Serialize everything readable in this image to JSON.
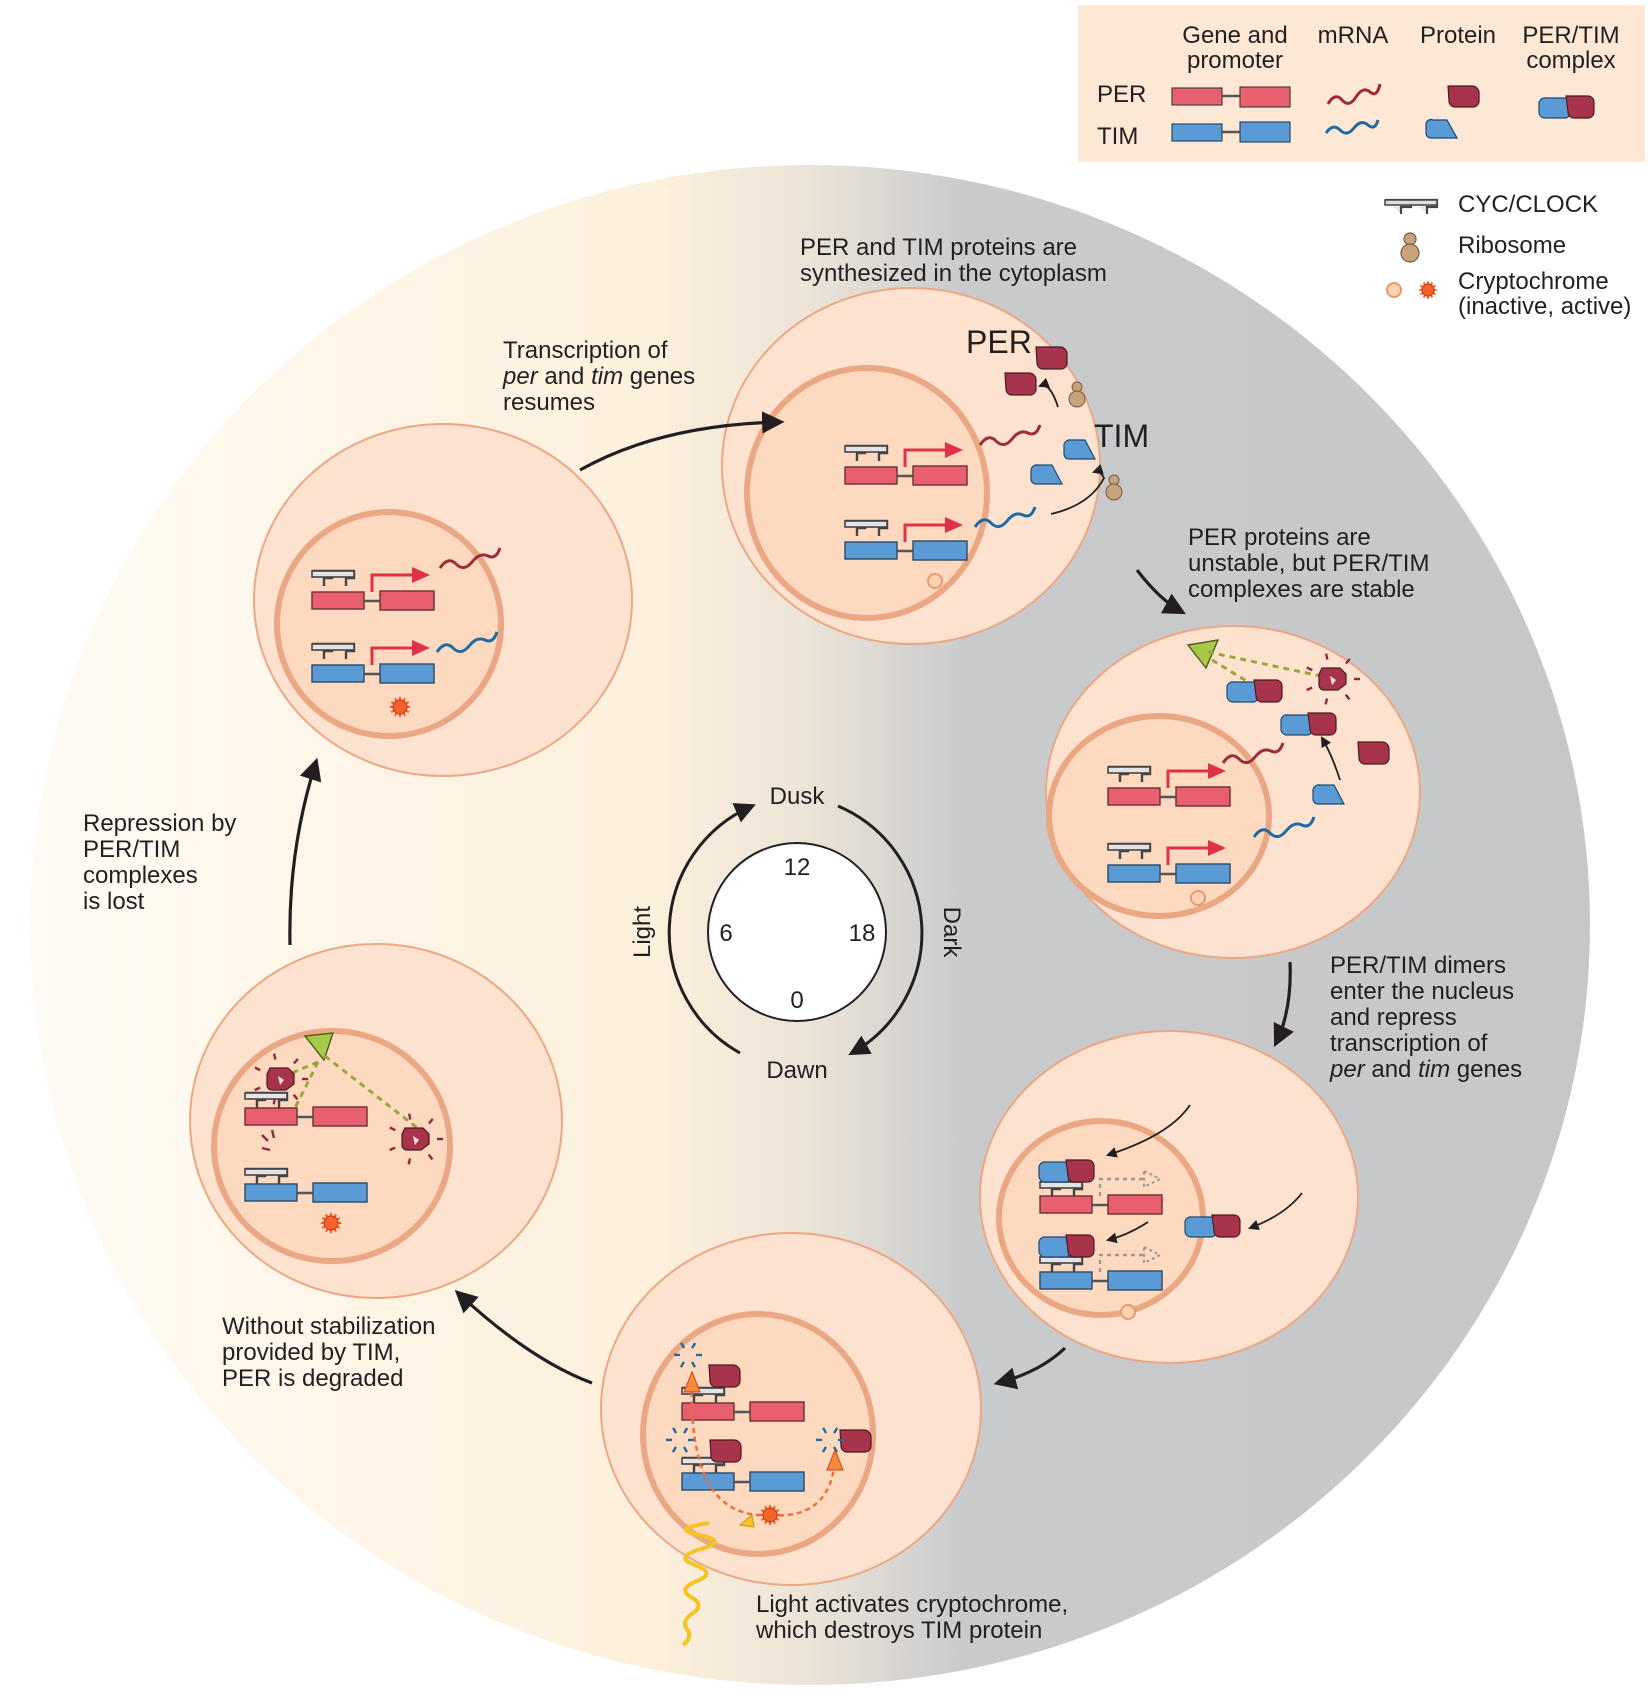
{
  "legend": {
    "col_gene": [
      "Gene and",
      "promoter"
    ],
    "col_mrna": "mRNA",
    "col_protein": "Protein",
    "col_complex": [
      "PER/TIM",
      "complex"
    ],
    "row_per": "PER",
    "row_tim": "TIM",
    "cyc_clock": "CYC/CLOCK",
    "ribosome": "Ribosome",
    "cryptochrome": [
      "Cryptochrome",
      "(inactive, active)"
    ]
  },
  "colors": {
    "per": "#e8606f",
    "tim": "#5b9bd5",
    "per_protein": "#a8344c",
    "mrna_per": "#9b2c38",
    "mrna_tim": "#1f6aa0",
    "cell": "#fde3cf",
    "nucleus_ring": "#eba783",
    "dark_side": "#c9cacc",
    "light_side": "#fdf3e2",
    "cryptochrome": "#f4622b",
    "dashed_green": "#9aa63a",
    "light_wave": "#f6c322"
  },
  "captions": {
    "step1": [
      "Transcription of",
      "per and tim genes",
      "resumes"
    ],
    "step2": [
      "PER and TIM proteins are",
      "synthesized in the cytoplasm"
    ],
    "step3": [
      "PER proteins are",
      "unstable, but PER/TIM",
      "complexes are stable"
    ],
    "step4": [
      "PER/TIM dimers",
      "enter the nucleus",
      "and repress",
      "transcription of",
      "per and tim genes"
    ],
    "step5": [
      "Light activates cryptochrome,",
      "which destroys TIM protein"
    ],
    "step6": [
      "Without stabilization",
      "provided by TIM,",
      "PER is degraded"
    ],
    "step7": [
      "Repression by",
      "PER/TIM",
      "complexes",
      "is lost"
    ]
  },
  "cell_labels": {
    "per": "PER",
    "tim": "TIM"
  },
  "clock": {
    "top": "Dusk",
    "bottom": "Dawn",
    "left": "Light",
    "right": "Dark",
    "n12": "12",
    "n6": "6",
    "n18": "18",
    "n0": "0"
  }
}
